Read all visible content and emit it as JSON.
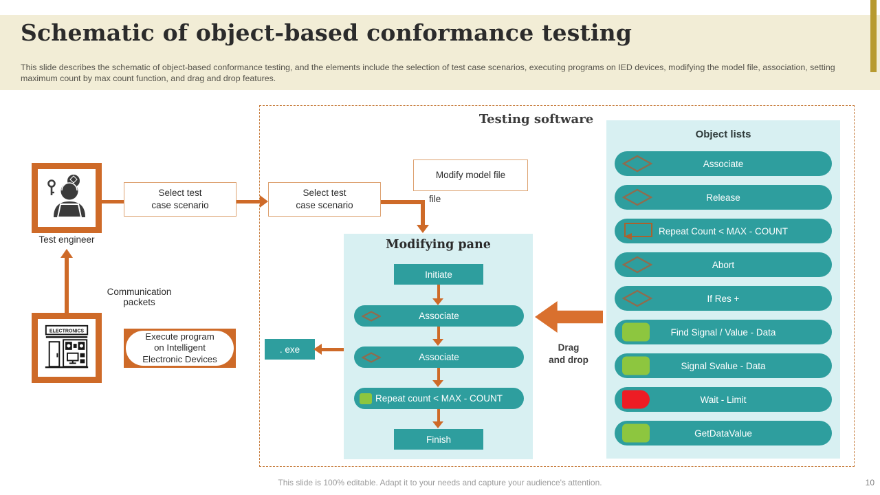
{
  "slide": {
    "title": "Schematic of object-based conformance testing",
    "description": "This slide describes the schematic of object-based conformance testing, and the elements include the selection of test case scenarios, executing programs on IED devices, modifying the model file, association, setting maximum count by  max count function, and drag and drop features.",
    "footer_note": "This slide is 100% editable. Adapt it to your needs and capture your audience's attention.",
    "page_number": "10"
  },
  "left_flow": {
    "test_engineer_label": "Test engineer",
    "communication_label": "Communication\npackets",
    "electronics_sign": "ELECTRONICS",
    "execute_label": "Execute program\non  Intelligent\nElectronic Devices",
    "select_test_1": "Select test\ncase scenario",
    "select_test_2": "Select test\ncase scenario"
  },
  "testing_software": {
    "label": "Testing software",
    "modify_model_file": "Modify  model file",
    "file_label": "file",
    "exe_label": ". exe",
    "drag_drop_label": "Drag\nand drop"
  },
  "modifying_pane": {
    "title": "Modifying pane",
    "steps": [
      "Initiate",
      "Associate",
      "Associate",
      "Repeat count < MAX  - COUNT",
      "Finish"
    ]
  },
  "object_lists": {
    "title": "Object lists",
    "items": [
      {
        "label": "Associate",
        "icon": "diamond"
      },
      {
        "label": "Release",
        "icon": "diamond"
      },
      {
        "label": "Repeat Count < MAX  - COUNT",
        "icon": "loop"
      },
      {
        "label": "Abort",
        "icon": "diamond"
      },
      {
        "label": "If Res +",
        "icon": "diamond"
      },
      {
        "label": "Find Signal / Value - Data",
        "icon": "green-chip"
      },
      {
        "label": "Signal Svalue - Data",
        "icon": "green-chip"
      },
      {
        "label": "Wait - Limit",
        "icon": "red-chip"
      },
      {
        "label": "GetDataValue",
        "icon": "green-chip"
      }
    ]
  },
  "colors": {
    "accent_orange": "#ce6a28",
    "teal": "#2e9e9e",
    "pane_background": "#d8f0f2",
    "header_cream": "#f2edd6",
    "gold_bar": "#b79a2f",
    "chip_green": "#8dc63f",
    "chip_red": "#ed1c24"
  }
}
